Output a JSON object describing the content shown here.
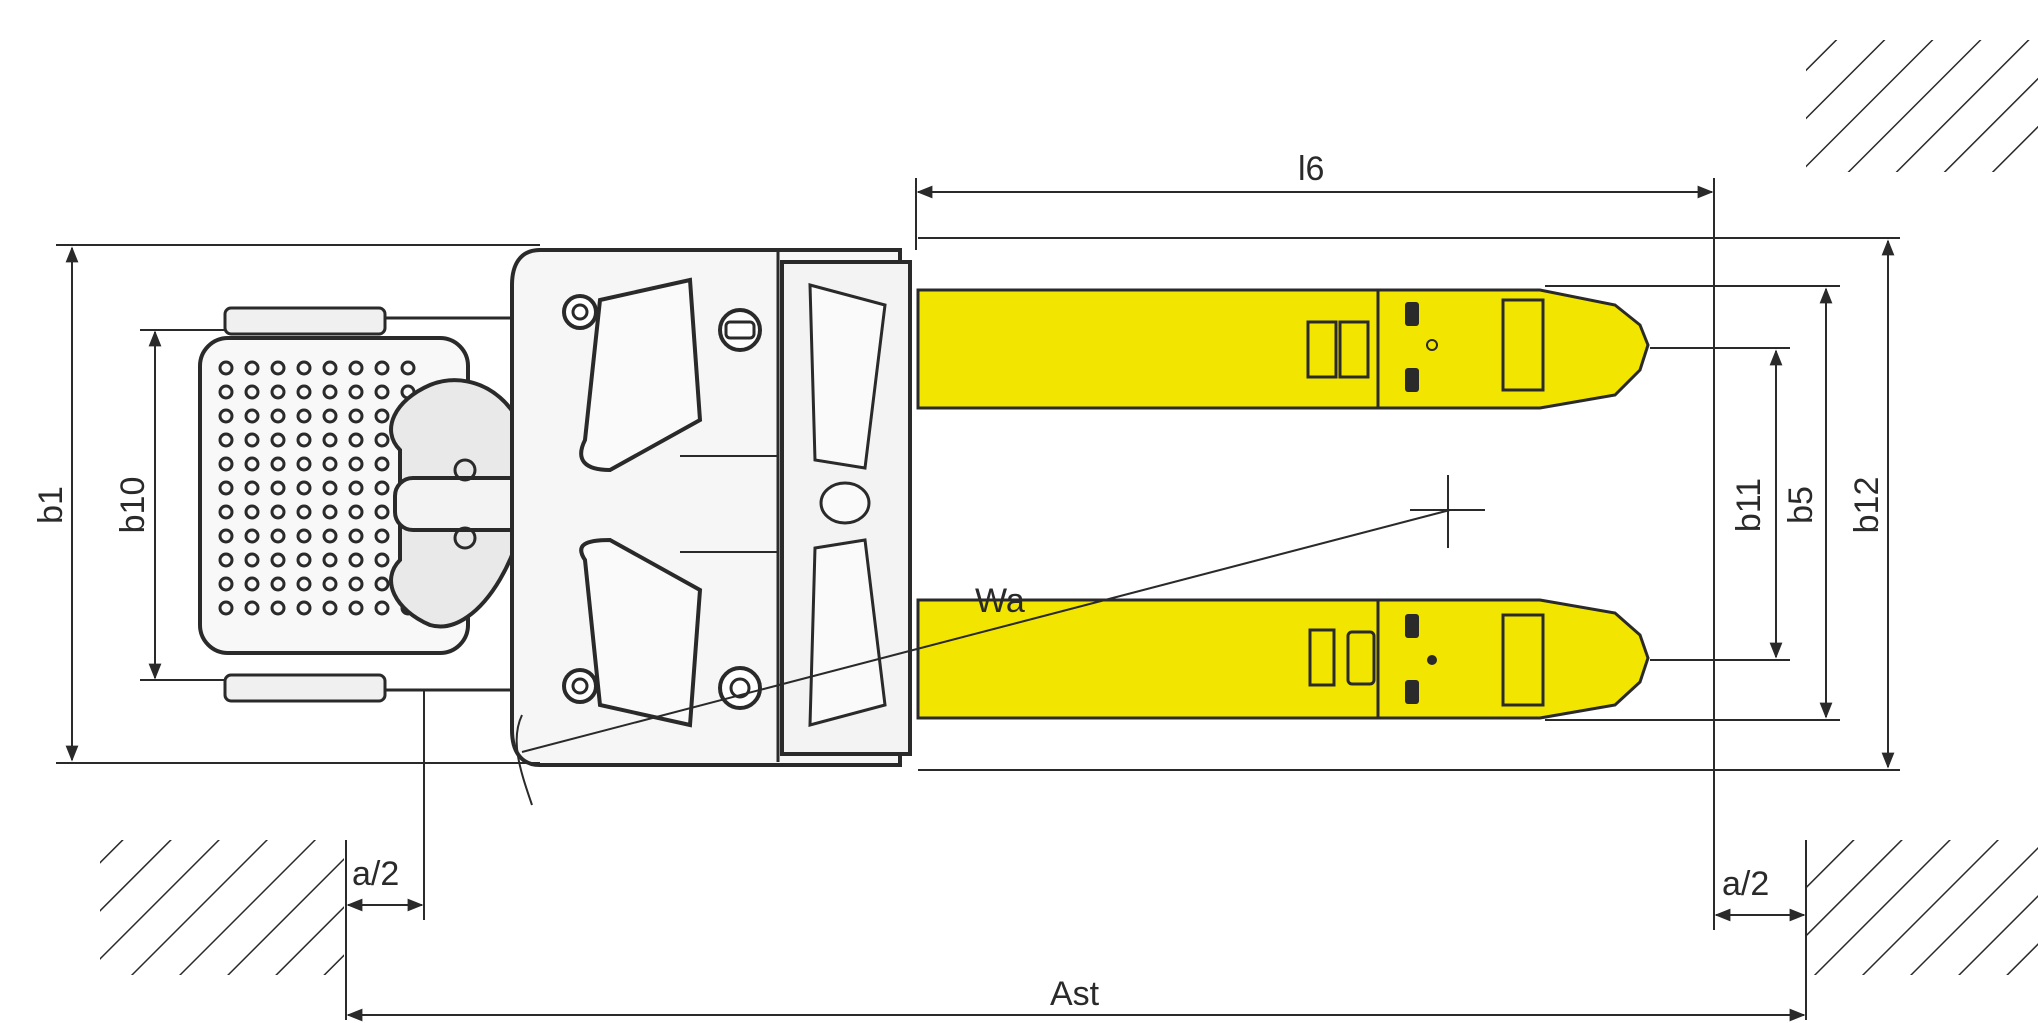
{
  "diagram": {
    "labels": {
      "l6": "l6",
      "b1": "b1",
      "b10": "b10",
      "b11": "b11",
      "b5": "b5",
      "b12": "b12",
      "wa": "Wa",
      "a2_left": "a/2",
      "a2_right": "a/2",
      "ast": "Ast"
    },
    "colors": {
      "fork": "#f2e600",
      "line": "#2a2a2a",
      "hatch": "#2a2a2a",
      "background": "#ffffff"
    }
  }
}
